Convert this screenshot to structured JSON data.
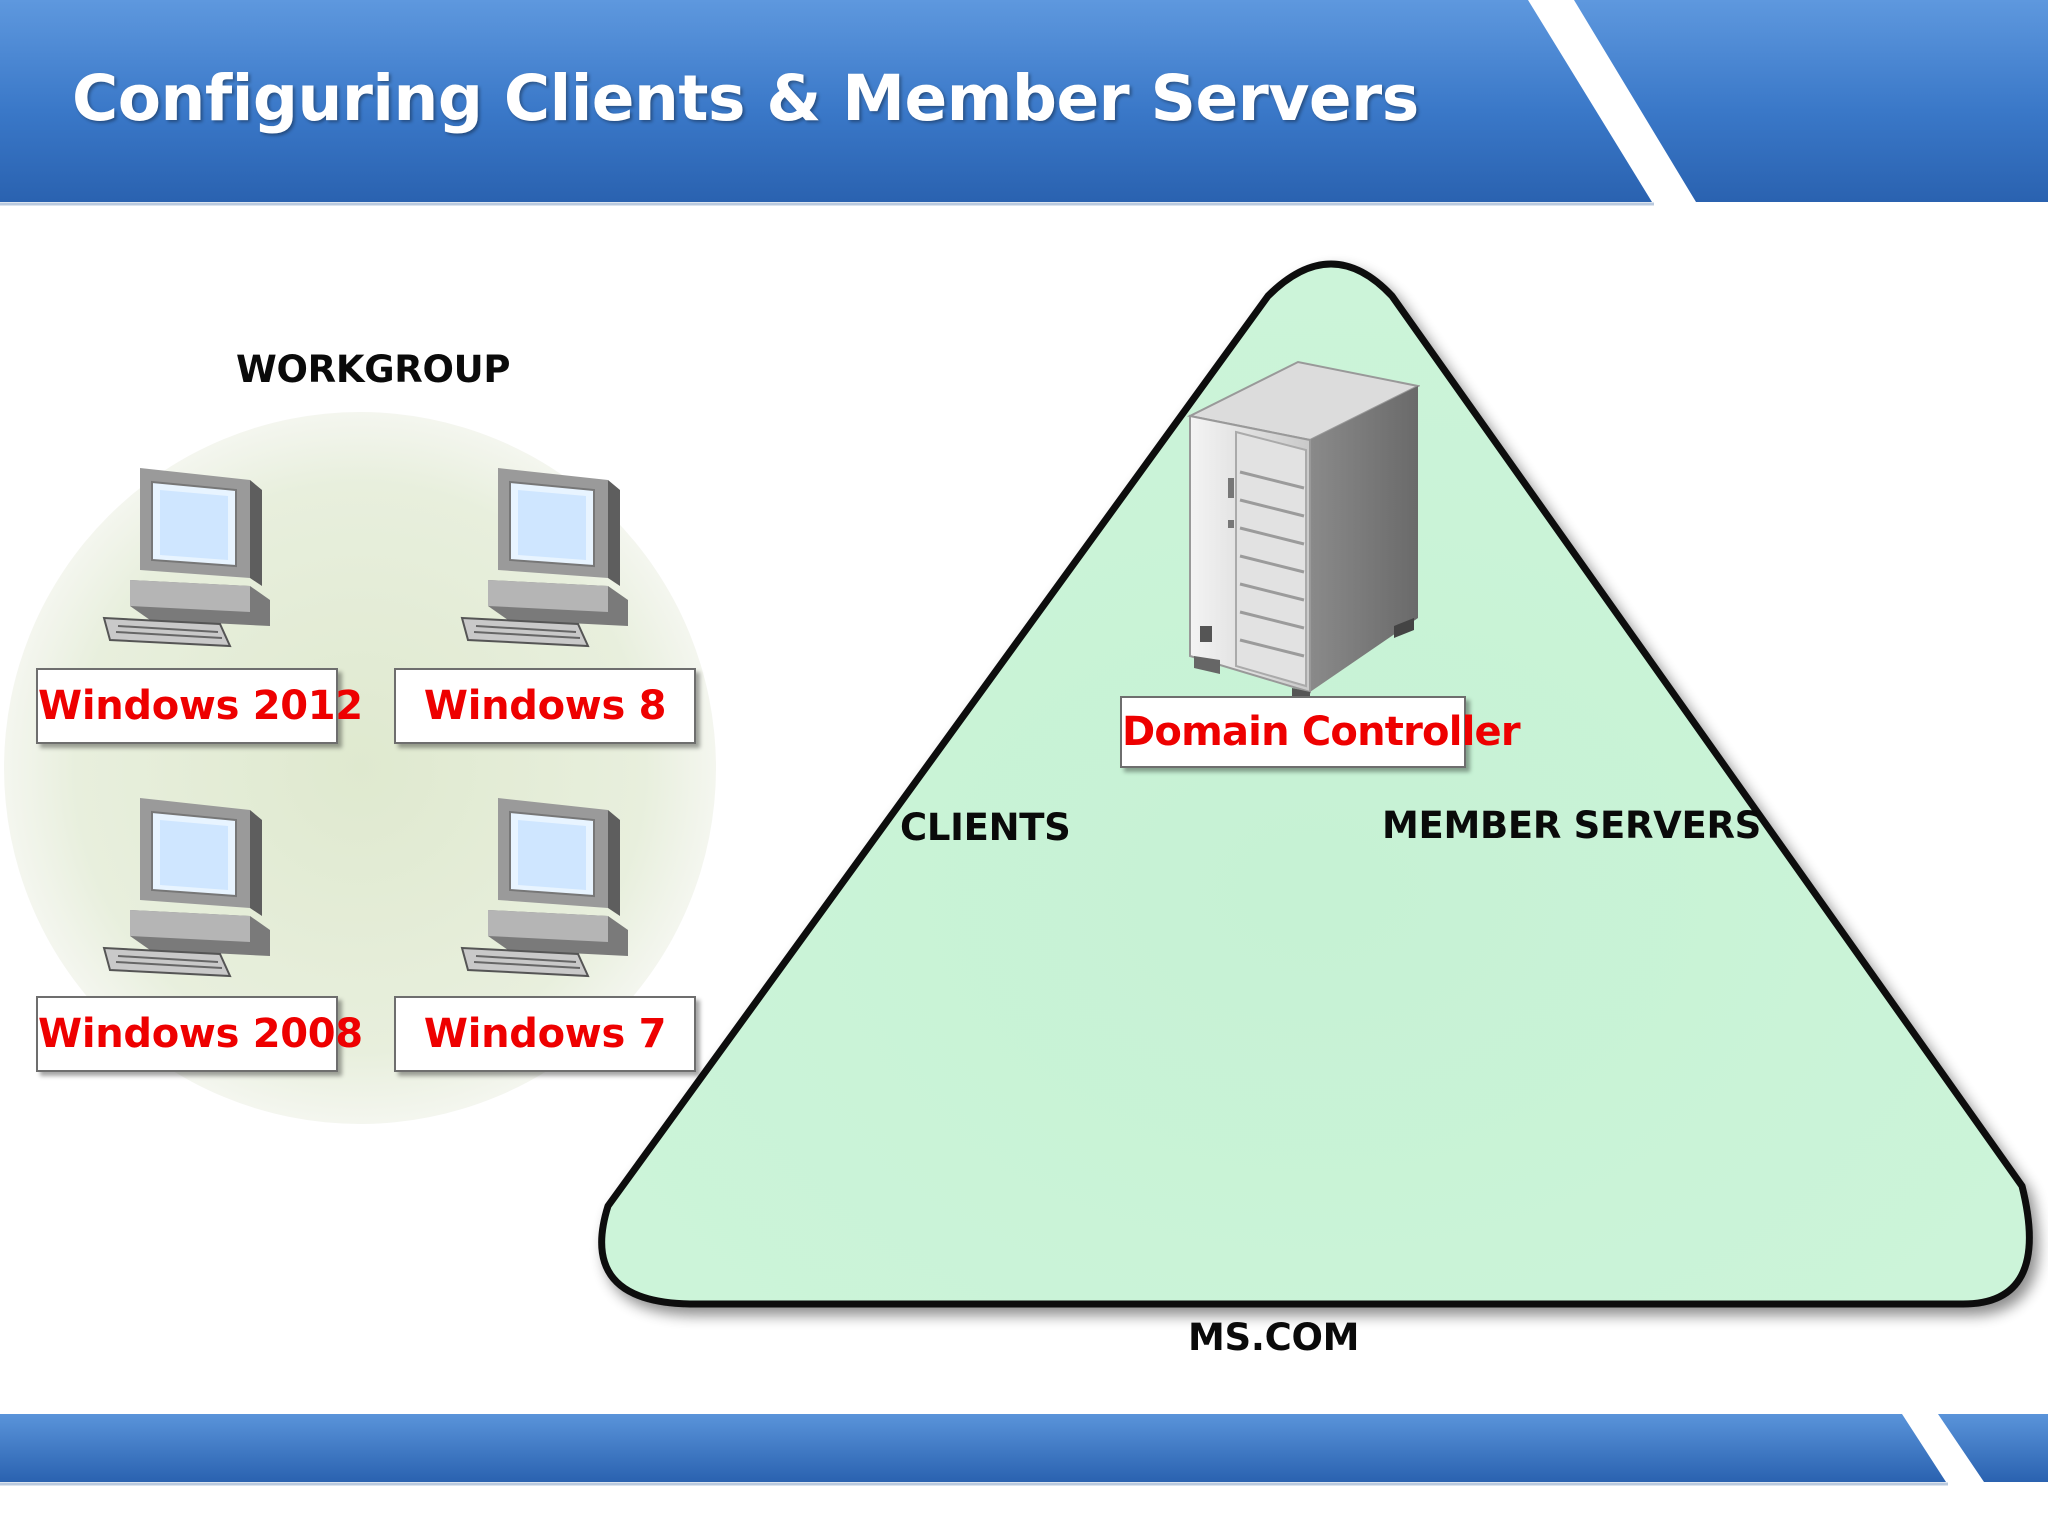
{
  "header": {
    "title": "Configuring Clients & Member Servers"
  },
  "workgroup": {
    "label": "WORKGROUP",
    "computers": [
      {
        "label": "Windows 2012",
        "icon": "computer-icon"
      },
      {
        "label": "Windows 8",
        "icon": "computer-icon"
      },
      {
        "label": "Windows 2008",
        "icon": "computer-icon"
      },
      {
        "label": "Windows 7",
        "icon": "computer-icon"
      }
    ]
  },
  "domain": {
    "server_label": "Domain Controller",
    "server_icon": "server-tower-icon",
    "clients_label": "CLIENTS",
    "member_servers_label": "MEMBER SERVERS",
    "domain_name": "MS.COM"
  },
  "colors": {
    "header_blue": "#3a78c8",
    "triangle_fill": "#c8f2d6",
    "os_label_red": "#ee0000",
    "circle_fill": "#e4ecd6"
  }
}
